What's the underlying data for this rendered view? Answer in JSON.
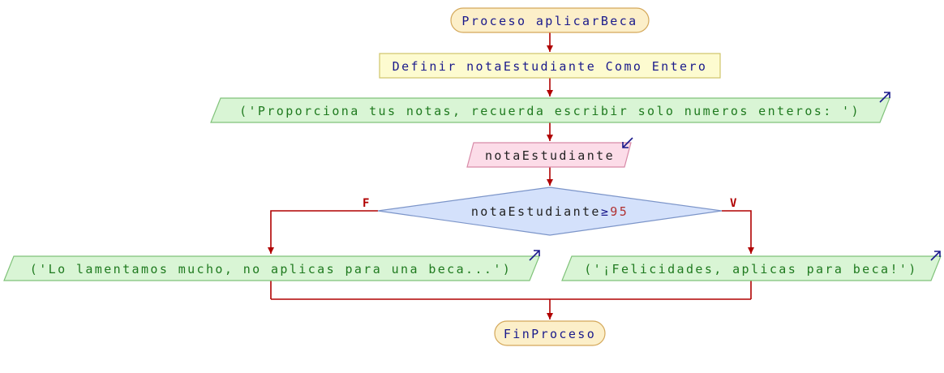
{
  "nodes": {
    "start": {
      "keyword": "Proceso",
      "name": "aplicarBeca"
    },
    "define": {
      "keyword1": "Definir",
      "var": "notaEstudiante",
      "keyword2": "Como",
      "type": "Entero"
    },
    "output_prompt": {
      "text": "('Proporciona tus notas, recuerda escribir solo numeros enteros: ')"
    },
    "input": {
      "var": "notaEstudiante"
    },
    "decision": {
      "var": "notaEstudiante",
      "op": "≥",
      "value": "95"
    },
    "output_false": {
      "text": "('Lo lamentamos mucho, no aplicas para una beca...')"
    },
    "output_true": {
      "text": "('¡Felicidades, aplicas para beca!')"
    },
    "end": {
      "keyword": "FinProceso"
    }
  },
  "branches": {
    "false_label": "F",
    "true_label": "V"
  },
  "colors": {
    "terminal_fill": "#fcefc9",
    "terminal_stroke": "#d4a85a",
    "define_fill": "#fdfbd0",
    "define_stroke": "#cfc46a",
    "output_fill": "#d9f5d5",
    "output_stroke": "#80c27a",
    "input_fill": "#fcdce8",
    "input_stroke": "#d88aa8",
    "decision_fill": "#d4e1fb",
    "decision_stroke": "#7c95c9",
    "arrow": "#b00000",
    "io_arrow": "#1a1a8c"
  }
}
